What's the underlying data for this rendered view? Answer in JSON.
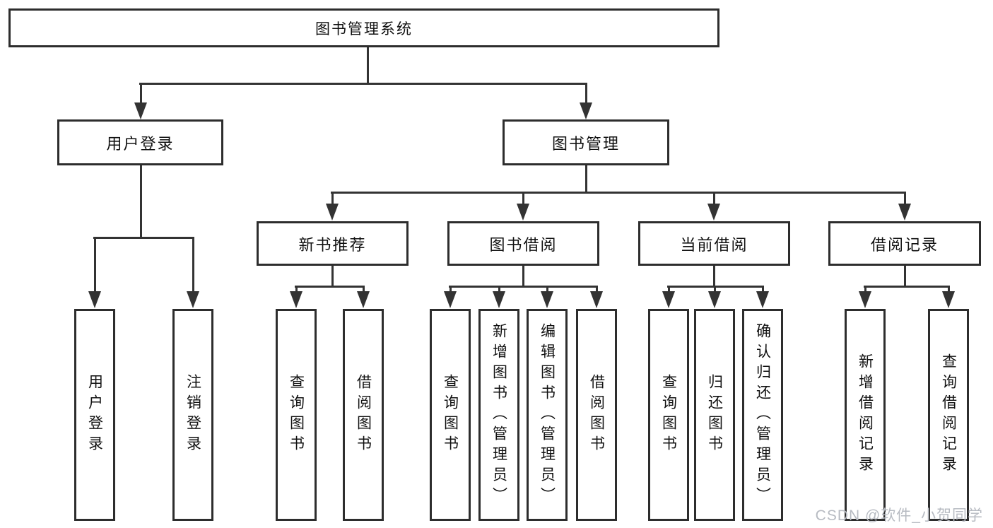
{
  "diagram": {
    "title": "图书管理系统",
    "level2": [
      "用户登录",
      "图书管理"
    ],
    "level3": [
      "新书推荐",
      "图书借阅",
      "当前借阅",
      "借阅记录"
    ],
    "leaves": {
      "user_login": [
        "用户登录",
        "注销登录"
      ],
      "new_book": [
        "查询图书",
        "借阅图书"
      ],
      "book_borrow": [
        "查询图书",
        "新增图书（管理员）",
        "编辑图书（管理员）",
        "借阅图书"
      ],
      "current_borrow": [
        "查询图书",
        "归还图书",
        "确认归还（管理员）"
      ],
      "borrow_record": [
        "新增借阅记录",
        "查询借阅记录"
      ]
    },
    "watermark": "CSDN @软件_小贺同学",
    "colors": {
      "line": "#333333",
      "border": "#2d2d2d",
      "text": "#111111",
      "watermark": "#b7bbc2",
      "background": "#ffffff"
    }
  }
}
